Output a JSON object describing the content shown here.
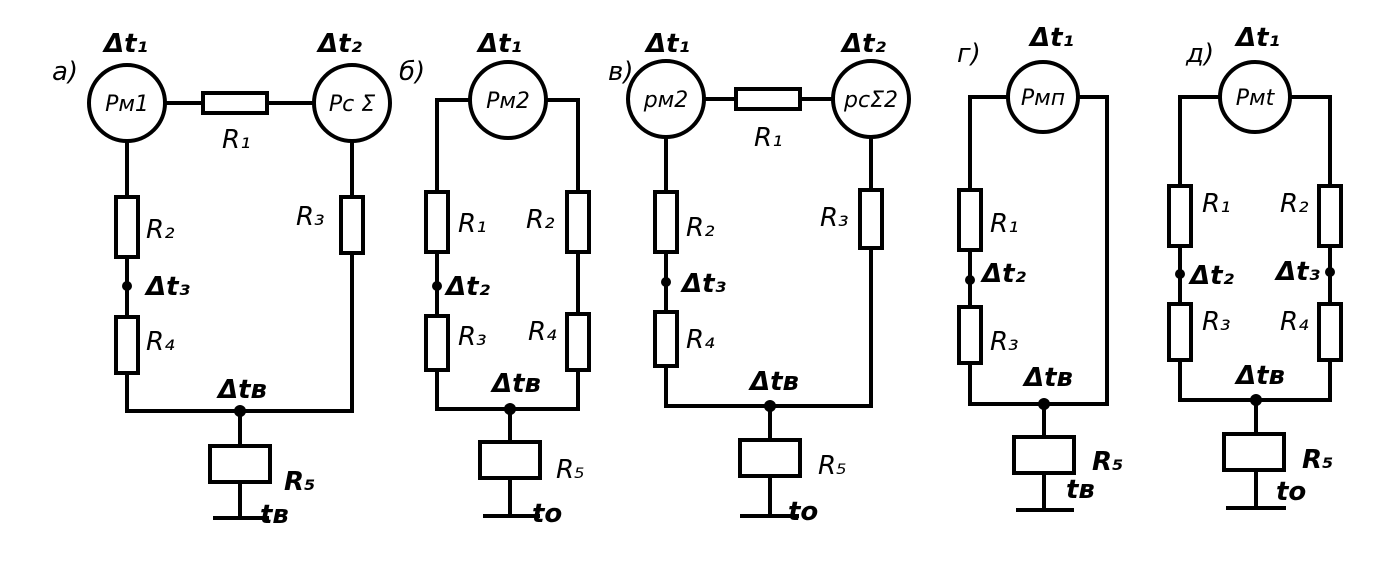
{
  "diagrams": [
    {
      "letter": "а)",
      "top_left_dt": "Δt₁",
      "top_right_dt": "Δt₂",
      "source_left": "Pм1",
      "source_right": "Pс Σ",
      "r_top": "R₁",
      "r_left_upper": "R₂",
      "r_left_lower": "R₄",
      "r_right": "R₃",
      "mid_left_dt": "Δt₃",
      "bottom_dt": "Δtв",
      "r_bottom": "R₅",
      "ground_t": "tв"
    },
    {
      "letter": "б)",
      "top_dt": "Δt₁",
      "source": "Pм2",
      "r_left_upper": "R₁",
      "r_left_lower": "R₃",
      "r_right_upper": "R₂",
      "r_right_lower": "R₄",
      "mid_left_dt": "Δt₂",
      "bottom_dt": "Δtв",
      "r_bottom": "R₅",
      "ground_t": "tо"
    },
    {
      "letter": "в)",
      "top_left_dt": "Δt₁",
      "top_right_dt": "Δt₂",
      "source_left": "pм2",
      "source_right": "pсΣ2",
      "r_top": "R₁",
      "r_left_upper": "R₂",
      "r_left_lower": "R₄",
      "r_right": "R₃",
      "mid_left_dt": "Δt₃",
      "bottom_dt": "Δtв",
      "r_bottom": "R₅",
      "ground_t": "tо"
    },
    {
      "letter": "г)",
      "top_dt": "Δt₁",
      "source": "Pмп",
      "r_left_upper": "R₁",
      "r_left_lower": "R₃",
      "mid_left_dt": "Δt₂",
      "bottom_dt": "Δtв",
      "r_bottom": "R₅",
      "ground_t": "tв"
    },
    {
      "letter": "д)",
      "top_dt": "Δt₁",
      "source": "Pмt",
      "r_left_upper": "R₁",
      "r_left_lower": "R₃",
      "r_right_upper": "R₂",
      "r_right_lower": "R₄",
      "mid_left_dt": "Δt₂",
      "mid_right_dt": "Δt₃",
      "bottom_dt": "Δtв",
      "r_bottom": "R₅",
      "ground_t": "tо"
    }
  ]
}
